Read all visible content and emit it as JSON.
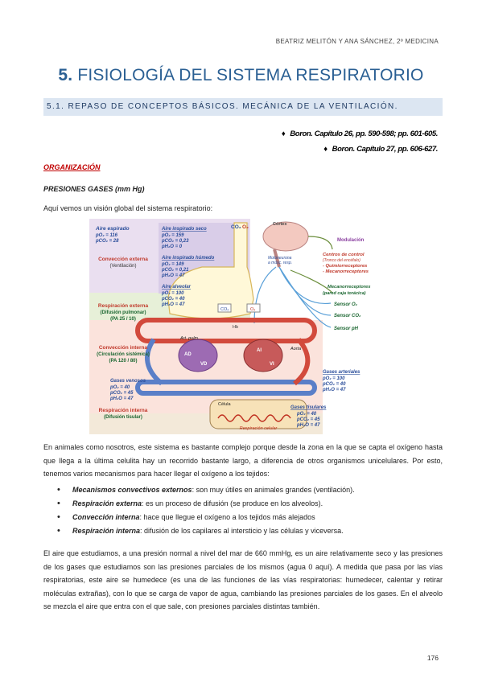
{
  "header": {
    "authors": "BEATRIZ MELITÓN  Y ANA SÁNCHEZ, 2º MEDICINA"
  },
  "title": {
    "number": "5.",
    "text": "FISIOLOGÍA DEL SISTEMA RESPIRATORIO"
  },
  "section": {
    "title": "5.1. REPASO DE CONCEPTOS BÁSICOS. MECÁNICA DE LA VENTILACIÓN."
  },
  "references": [
    "Boron. Capítulo 26, pp. 590-598; pp. 601-605.",
    "Boron. Capítulo 27, pp. 606-627."
  ],
  "organizacion": "ORGANIZACIÓN",
  "presiones": "PRESIONES GASES (mm Hg)",
  "intro": "Aquí vemos un visión global del sistema respiratorio:",
  "figure": {
    "left": {
      "aire_espirado": "Aire espirado",
      "ae1": "pO₂ = 116",
      "ae2": "pCO₂ = 28",
      "conv_ext": "Convección externa",
      "conv_ext2": "(Ventilación)",
      "resp_ext": "Respiración externa",
      "resp_ext2": "(Difusión pulmonar)",
      "resp_ext3": "(PA 25 / 10)",
      "conv_int": "Convección interna",
      "conv_int2": "(Circulación sistémica)",
      "conv_int3": "(PA 120 / 80)",
      "gases_venosos": "Gases venosos",
      "gv1": "pO₂ = 40",
      "gv2": "pCO₂ = 45",
      "gv3": "pH₂O = 47",
      "resp_int": "Respiración interna",
      "resp_int2": "(Difusión tisular)"
    },
    "center": {
      "ais": "Aire inspirado seco",
      "ais1": "pO₂ = 159",
      "ais2": "pCO₂ = 0,23",
      "ais3": "pH₂O = 0",
      "aih": "Aire inspirado húmedo",
      "aih1": "pO₂ = 149",
      "aih2": "pCO₂ = 0,21",
      "aih3": "pH₂O = 47",
      "aa": "Aire alveolar",
      "aa1": "pO₂ = 100",
      "aa2": "pCO₂ = 40",
      "aa3": "pH₂O = 47",
      "co2": "CO₂",
      "o2": "O₂",
      "hb": "Hb",
      "art_pulm": "Art. pulm.",
      "ad": "AD",
      "vd": "VD",
      "ai": "AI",
      "vi": "VI",
      "aorta": "Aorta",
      "celula": "Célula",
      "resp_cel": "Respiración celular",
      "moto": "Motoneurona",
      "moto2": "a músc. resp."
    },
    "right": {
      "cortex": "Córtex",
      "modulacion": "Modulación",
      "centros": "Centros de control",
      "centros2": "(Tronco del encéfalo)",
      "centros3": "- Quimiorreceptores",
      "centros4": "- Mecanorreceptores",
      "mecano": "Mecanorreceptores",
      "mecano2": "(pared caja torácica)",
      "sensor_o2": "Sensor O₂",
      "sensor_co2": "Sensor CO₂",
      "sensor_ph": "Sensor pH",
      "gases_art": "Gases arteriales",
      "ga1": "pO₂ = 100",
      "ga2": "pCO₂ = 40",
      "ga3": "pH₂O = 47",
      "gases_tis": "Gases tisulares",
      "gt1": "pO₂ = 40",
      "gt2": "pCO₂ = 45",
      "gt3": "pH₂O = 47"
    }
  },
  "para2": "En animales como nosotros, este sistema es bastante complejo porque desde la zona en la que se capta el oxígeno hasta que llega a la última celulita hay un recorrido bastante largo, a diferencia de otros organismos unicelulares. Por esto, tenemos varios mecanismos para hacer llegar el oxígeno a los tejidos:",
  "bullets": [
    {
      "term": "Mecanismos convectivos externos",
      "rest": ": son muy útiles en animales grandes (ventilación)."
    },
    {
      "term": "Respiración externa",
      "rest": ": es un proceso de difusión (se produce en los alveolos)."
    },
    {
      "term": "Convección interna",
      "rest": ": hace que llegue el oxígeno a los tejidos más alejados"
    },
    {
      "term": "Respiración interna",
      "rest": ": difusión de los capilares al intersticio y las células y viceversa."
    }
  ],
  "para3": "El aire que estudiamos, a una presión normal a nivel del mar de 660 mmHg, es un aire relativamente seco y las presiones de los gases que estudiamos son las presiones parciales de los mismos (agua 0 aquí). A medida que pasa por las vías respiratorias, este aire se humedece (es una de las funciones de las vías respiratorias: humedecer, calentar y retirar moléculas extrañas), con lo que se carga de vapor de agua, cambiando las presiones parciales de los gases. En el alveolo se mezcla el aire que entra con el que sale, con presiones parciales distintas también.",
  "page_number": "176",
  "colors": {
    "title": "#2a5f93",
    "section_bg": "#dce6f2",
    "org": "#c00000"
  }
}
